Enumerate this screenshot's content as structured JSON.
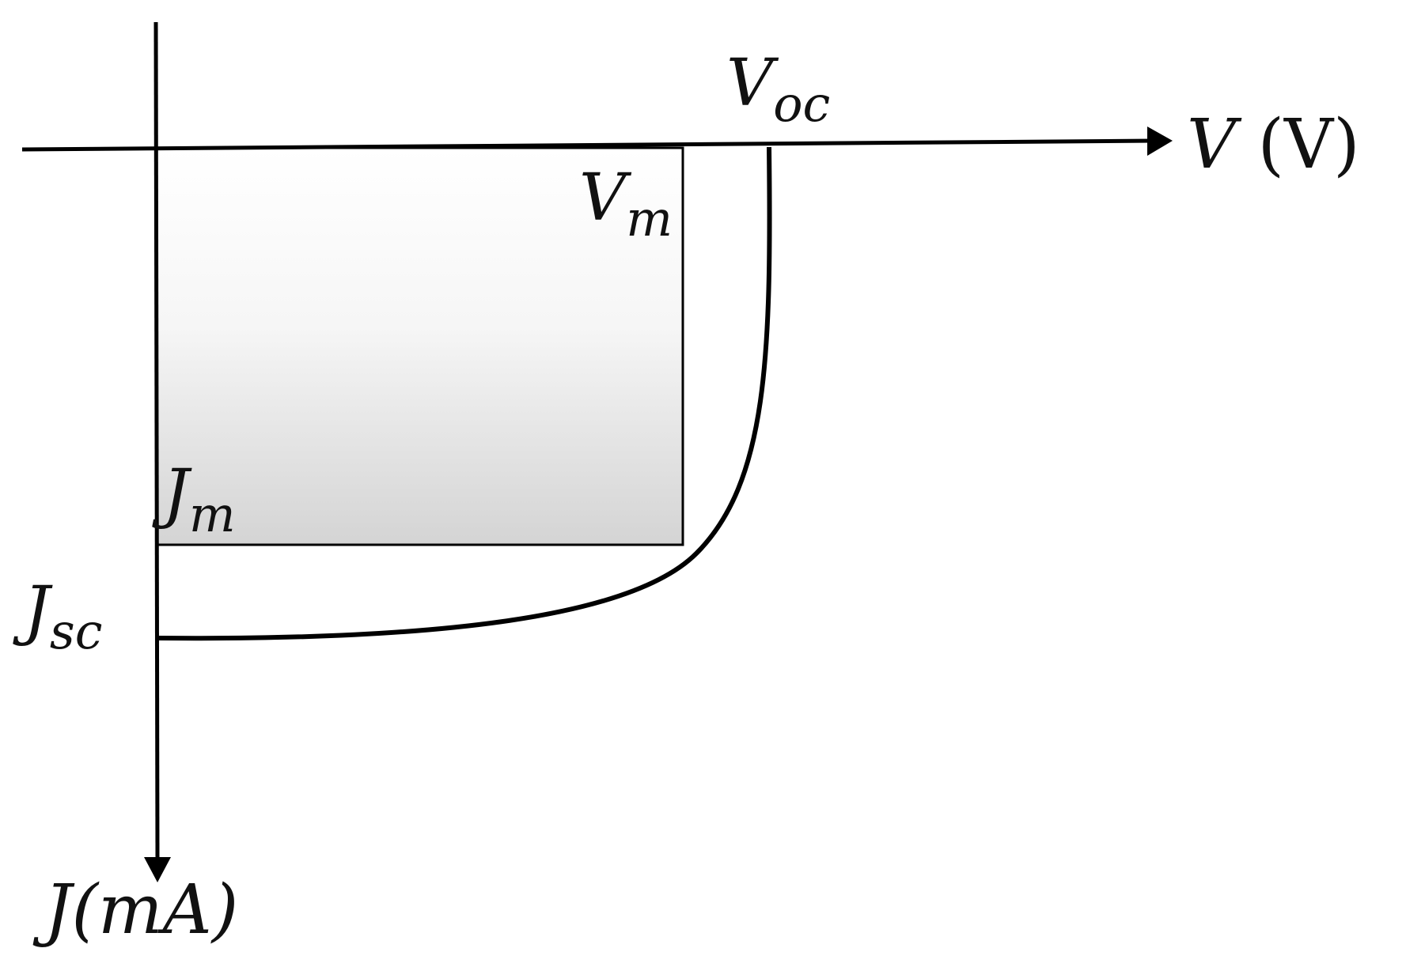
{
  "diagram": {
    "x_axis_label": {
      "main": "V",
      "unit": " (V)"
    },
    "y_axis_label": {
      "main": "J",
      "unit": "(mA)"
    },
    "labels": {
      "v_oc": {
        "main": "V",
        "sub": "oc"
      },
      "v_m": {
        "main": "V",
        "sub": "m"
      },
      "j_m": {
        "main": "J",
        "sub": "m"
      },
      "j_sc": {
        "main": "J",
        "sub": "sc"
      }
    },
    "colors": {
      "line": "#000000",
      "fill_top": "#ffffff",
      "fill_bottom": "#d4d4d4"
    }
  }
}
